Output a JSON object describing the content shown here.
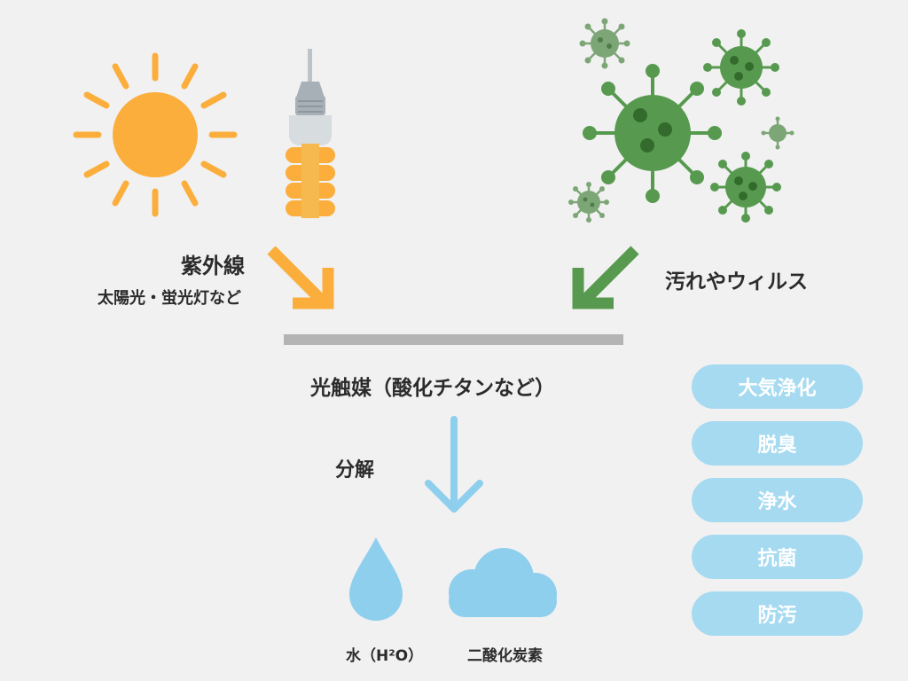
{
  "colors": {
    "background": "#f1f1f1",
    "sun": "#fbae3c",
    "virus": "#579a4f",
    "virus_light": "#7da677",
    "water_blue": "#8fcfee",
    "pill_blue": "#a6daf1",
    "bar_gray": "#b4b4b4",
    "text": "#2b2b2b"
  },
  "icons": [
    "sun-icon",
    "light-bulb-icon",
    "virus-icon",
    "arrow-icon",
    "water-drop-icon",
    "cloud-icon"
  ],
  "uv": {
    "title": "紫外線",
    "sources": "太陽光・蛍光灯など"
  },
  "contaminants": {
    "label": "汚れやウィルス"
  },
  "catalyst": {
    "label": "光触媒（酸化チタンなど）"
  },
  "decomposition": {
    "label": "分解"
  },
  "products": {
    "water": "水（H²O）",
    "co2": "二酸化炭素"
  },
  "effects": [
    "大気浄化",
    "脱臭",
    "浄水",
    "抗菌",
    "防汚"
  ]
}
